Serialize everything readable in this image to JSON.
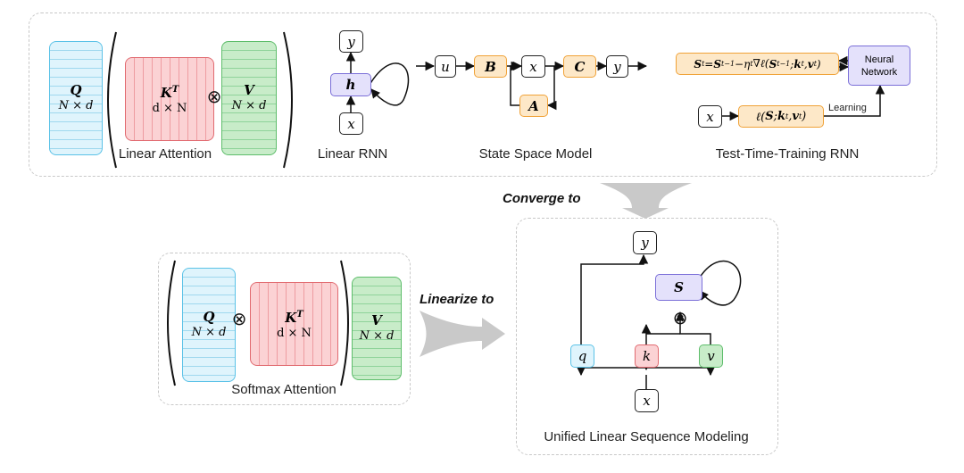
{
  "top_panel": {
    "linear_attention": {
      "label": "Linear Attention",
      "q": {
        "symbol": "Q",
        "dim": "N × d"
      },
      "k": {
        "symbol": "K",
        "sup": "T",
        "dim": "d × N"
      },
      "v": {
        "symbol": "V",
        "dim": "N × d"
      },
      "operator": "⊗"
    },
    "linear_rnn": {
      "label": "Linear RNN",
      "output": "y",
      "state": "h",
      "input": "x"
    },
    "state_space_model": {
      "label": "State Space Model",
      "u": "u",
      "b": "B",
      "x": "x",
      "c": "C",
      "y": "y",
      "a": "A"
    },
    "ttt_rnn": {
      "label": "Test-Time-Training RNN",
      "update_rule": "S_t = S_{t−1} − η_t∇ℓ(S_{t−1}; k_t, v_t)",
      "update_rule_parts": {
        "lhs": "S",
        "lhs_sub": "t",
        "eq": " = ",
        "s2": "S",
        "s2_sub": "t−1",
        "minus": " − ",
        "eta": "η",
        "eta_sub": "t",
        "grad": "∇ℓ(",
        "s3": "S",
        "s3_sub": "t−1",
        "semi": "; ",
        "k": "k",
        "k_sub": "t",
        "comma": ", ",
        "v": "v",
        "v_sub": "t",
        "close": ")"
      },
      "neural_network": "Neural Network",
      "nn_line1": "Neural",
      "nn_line2": "Network",
      "input": "x",
      "loss": "ℓ(S; k_t, v_t)",
      "loss_parts": {
        "l": "ℓ(",
        "s": "S",
        "semi": "; ",
        "k": "k",
        "k_sub": "t",
        "comma": ", ",
        "v": "v",
        "v_sub": "t",
        "close": ")"
      },
      "learning": "Learning"
    }
  },
  "converge_label": "Converge to",
  "linearize_label": "Linearize to",
  "softmax_attention": {
    "label": "Softmax Attention",
    "q": {
      "symbol": "Q",
      "dim": "N × d"
    },
    "k": {
      "symbol": "K",
      "sup": "T",
      "dim": "d × N"
    },
    "v": {
      "symbol": "V",
      "dim": "N × d"
    },
    "operator": "⊗"
  },
  "unified": {
    "label": "Unified Linear Sequence Modeling",
    "y": "y",
    "s": "S",
    "operator": "⊗",
    "q": "q",
    "k": "k",
    "v": "v",
    "x": "x"
  },
  "colors": {
    "blue_border": "#5bc2e7",
    "blue_fill": "#dff4fc",
    "red_border": "#e16a70",
    "red_fill": "#fbd2d4",
    "green_border": "#5ebd6b",
    "green_fill": "#c8ecc9",
    "orange_border": "#f0a238",
    "orange_fill": "#fde8c8",
    "purple_border": "#7b6fd8",
    "purple_fill": "#e4e1fb",
    "arrow_gray": "#c9c9c9"
  }
}
